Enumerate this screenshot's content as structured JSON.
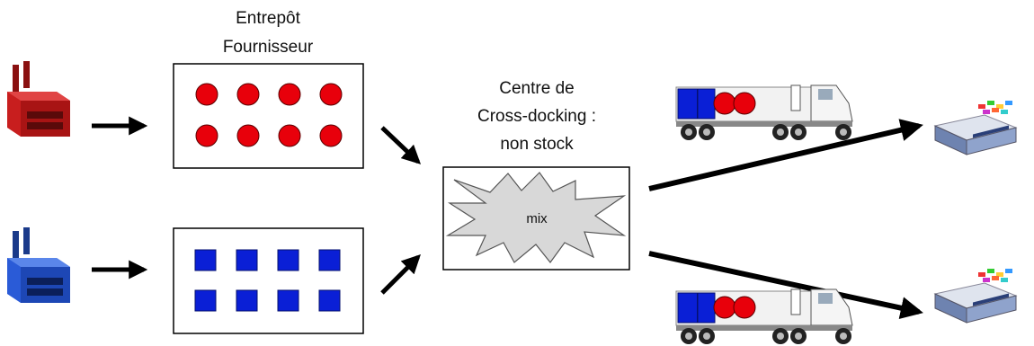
{
  "labels": {
    "warehouse_line1": "Entrepôt",
    "warehouse_line2": "Fournisseur",
    "center_line1": "Centre de",
    "center_line2": "Cross-docking :",
    "center_line3": "non stock",
    "mix": "mix"
  },
  "colors": {
    "red": "#e8000b",
    "blue": "#0a1fd6",
    "factory_red": "#c81e1e",
    "factory_blue": "#2a5bd7",
    "mix_fill": "#d8d8d8"
  },
  "icons": {
    "factory": "factory-icon",
    "truck": "truck-icon",
    "store": "store-icon",
    "burst": "starburst-icon"
  }
}
